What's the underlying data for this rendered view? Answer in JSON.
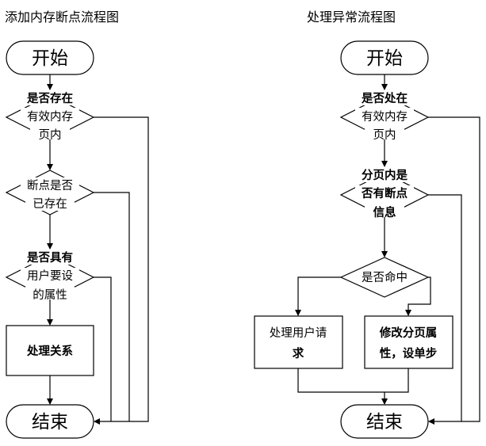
{
  "left": {
    "title": "添加内存断点流程图",
    "start": "开始",
    "decision1": [
      "是否存在",
      "有效内存",
      "页内"
    ],
    "decision2": [
      "断点是否",
      "已存在"
    ],
    "decision3": [
      "是否具有",
      "用户要设",
      "的属性"
    ],
    "process": "处理关系",
    "end": "结束"
  },
  "right": {
    "title": "处理异常流程图",
    "start": "开始",
    "decision1": [
      "是否处在",
      "有效内存",
      "页内"
    ],
    "decision2": [
      "分页内是",
      "否有断点",
      "信息"
    ],
    "decision3": "是否命中",
    "process_left": [
      "处理用户请",
      "求"
    ],
    "process_right": [
      "修改分页属",
      "性，设单步"
    ],
    "end": "结束"
  }
}
